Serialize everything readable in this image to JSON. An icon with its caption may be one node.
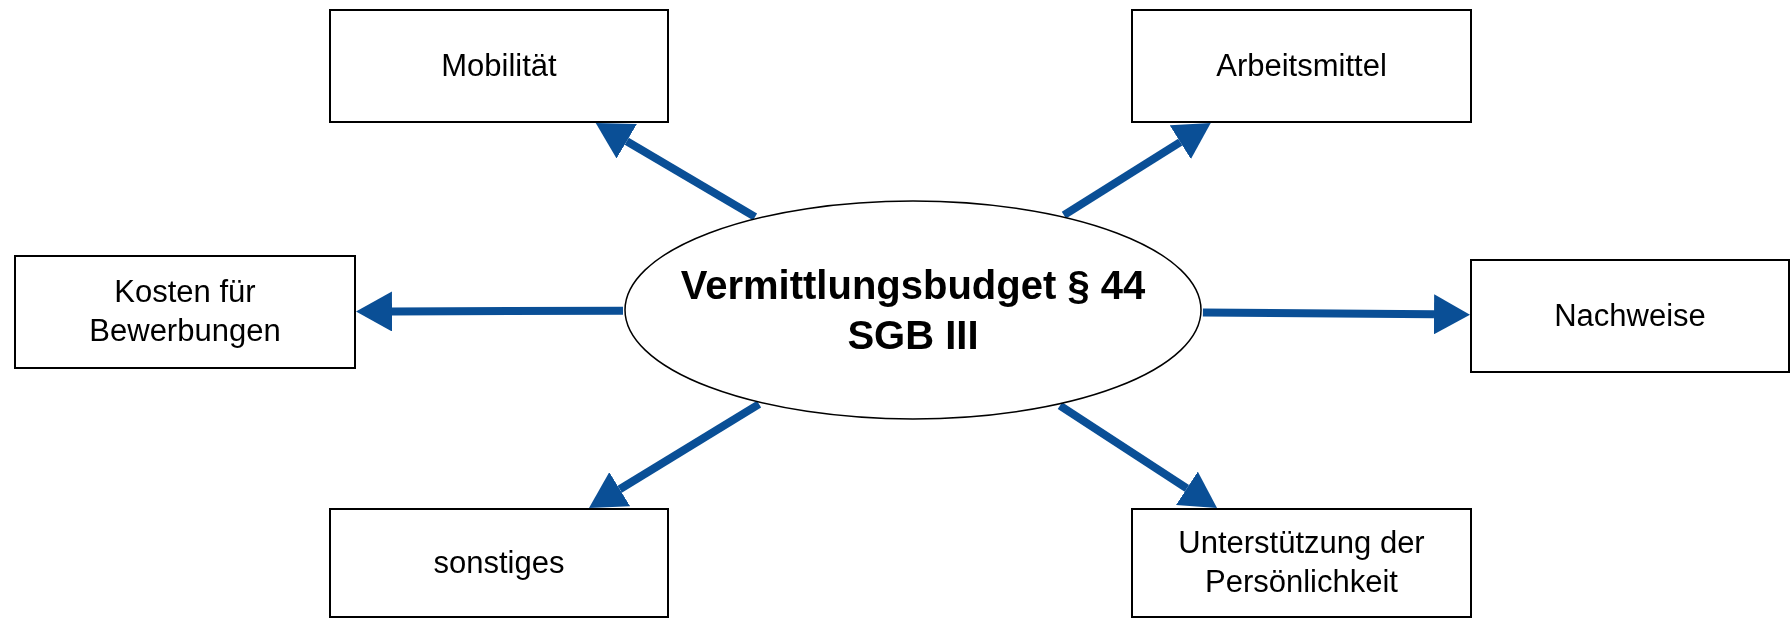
{
  "diagram": {
    "nodes": [
      {
        "text": [
          "Mobilität"
        ]
      },
      {
        "text": [
          "Arbeitsmittel"
        ]
      },
      {
        "text": [
          "Kosten für Bewerbungen"
        ]
      },
      {
        "text": [
          "Vermittlungsbudget § 44 SGB III"
        ]
      },
      {
        "text": [
          "Nachweise"
        ]
      },
      {
        "text": [
          "sonstiges"
        ]
      },
      {
        "text": [
          "Unterstützung der Persönlichkeit"
        ]
      }
    ],
    "edges": [
      {
        "from": 3,
        "to": 0,
        "arrow": "to"
      },
      {
        "from": 3,
        "to": 1,
        "arrow": "to"
      },
      {
        "from": 3,
        "to": 2,
        "arrow": "to"
      },
      {
        "from": 3,
        "to": 4,
        "arrow": "to"
      },
      {
        "from": 3,
        "to": 5,
        "arrow": "to"
      },
      {
        "from": 3,
        "to": 6,
        "arrow": "to"
      }
    ]
  }
}
